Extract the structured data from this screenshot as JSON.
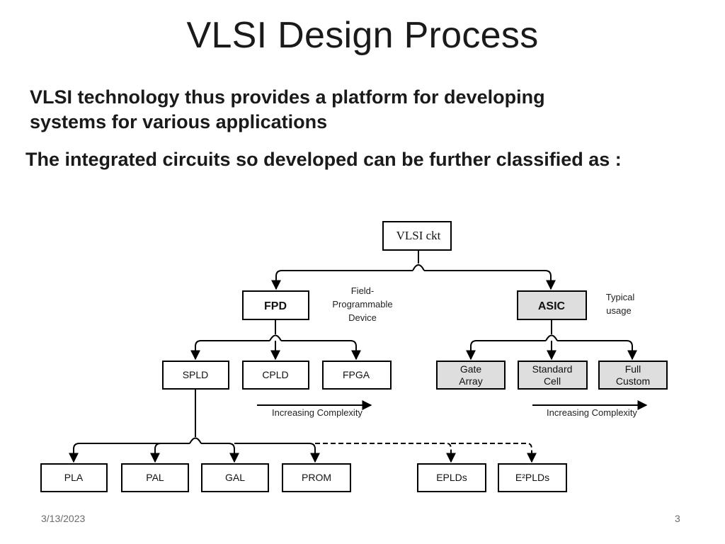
{
  "slide": {
    "title": "VLSI Design Process",
    "line1": "VLSI technology thus provides a platform for developing",
    "line2": "systems for various applications",
    "line3": "The integrated circuits so developed can be further classified as :",
    "date": "3/13/2023",
    "page_number": "3"
  },
  "diagram": {
    "root": "VLSI ckt",
    "fpd": "FPD",
    "fpd_note": [
      "Field-",
      "Programmable",
      "Device"
    ],
    "asic": "ASIC",
    "asic_note": [
      "Typical",
      "usage"
    ],
    "spld": "SPLD",
    "cpld": "CPLD",
    "fpga": "FPGA",
    "gate_array": [
      "Gate",
      "Array"
    ],
    "standard_cell": [
      "Standard",
      "Cell"
    ],
    "full_custom": [
      "Full",
      "Custom"
    ],
    "complexity_left": "Increasing Complexity",
    "complexity_right": "Increasing Complexity",
    "pla": "PLA",
    "pal": "PAL",
    "gal": "GAL",
    "prom": "PROM",
    "eplds": "EPLDs",
    "e2plds": "E²PLDs"
  }
}
